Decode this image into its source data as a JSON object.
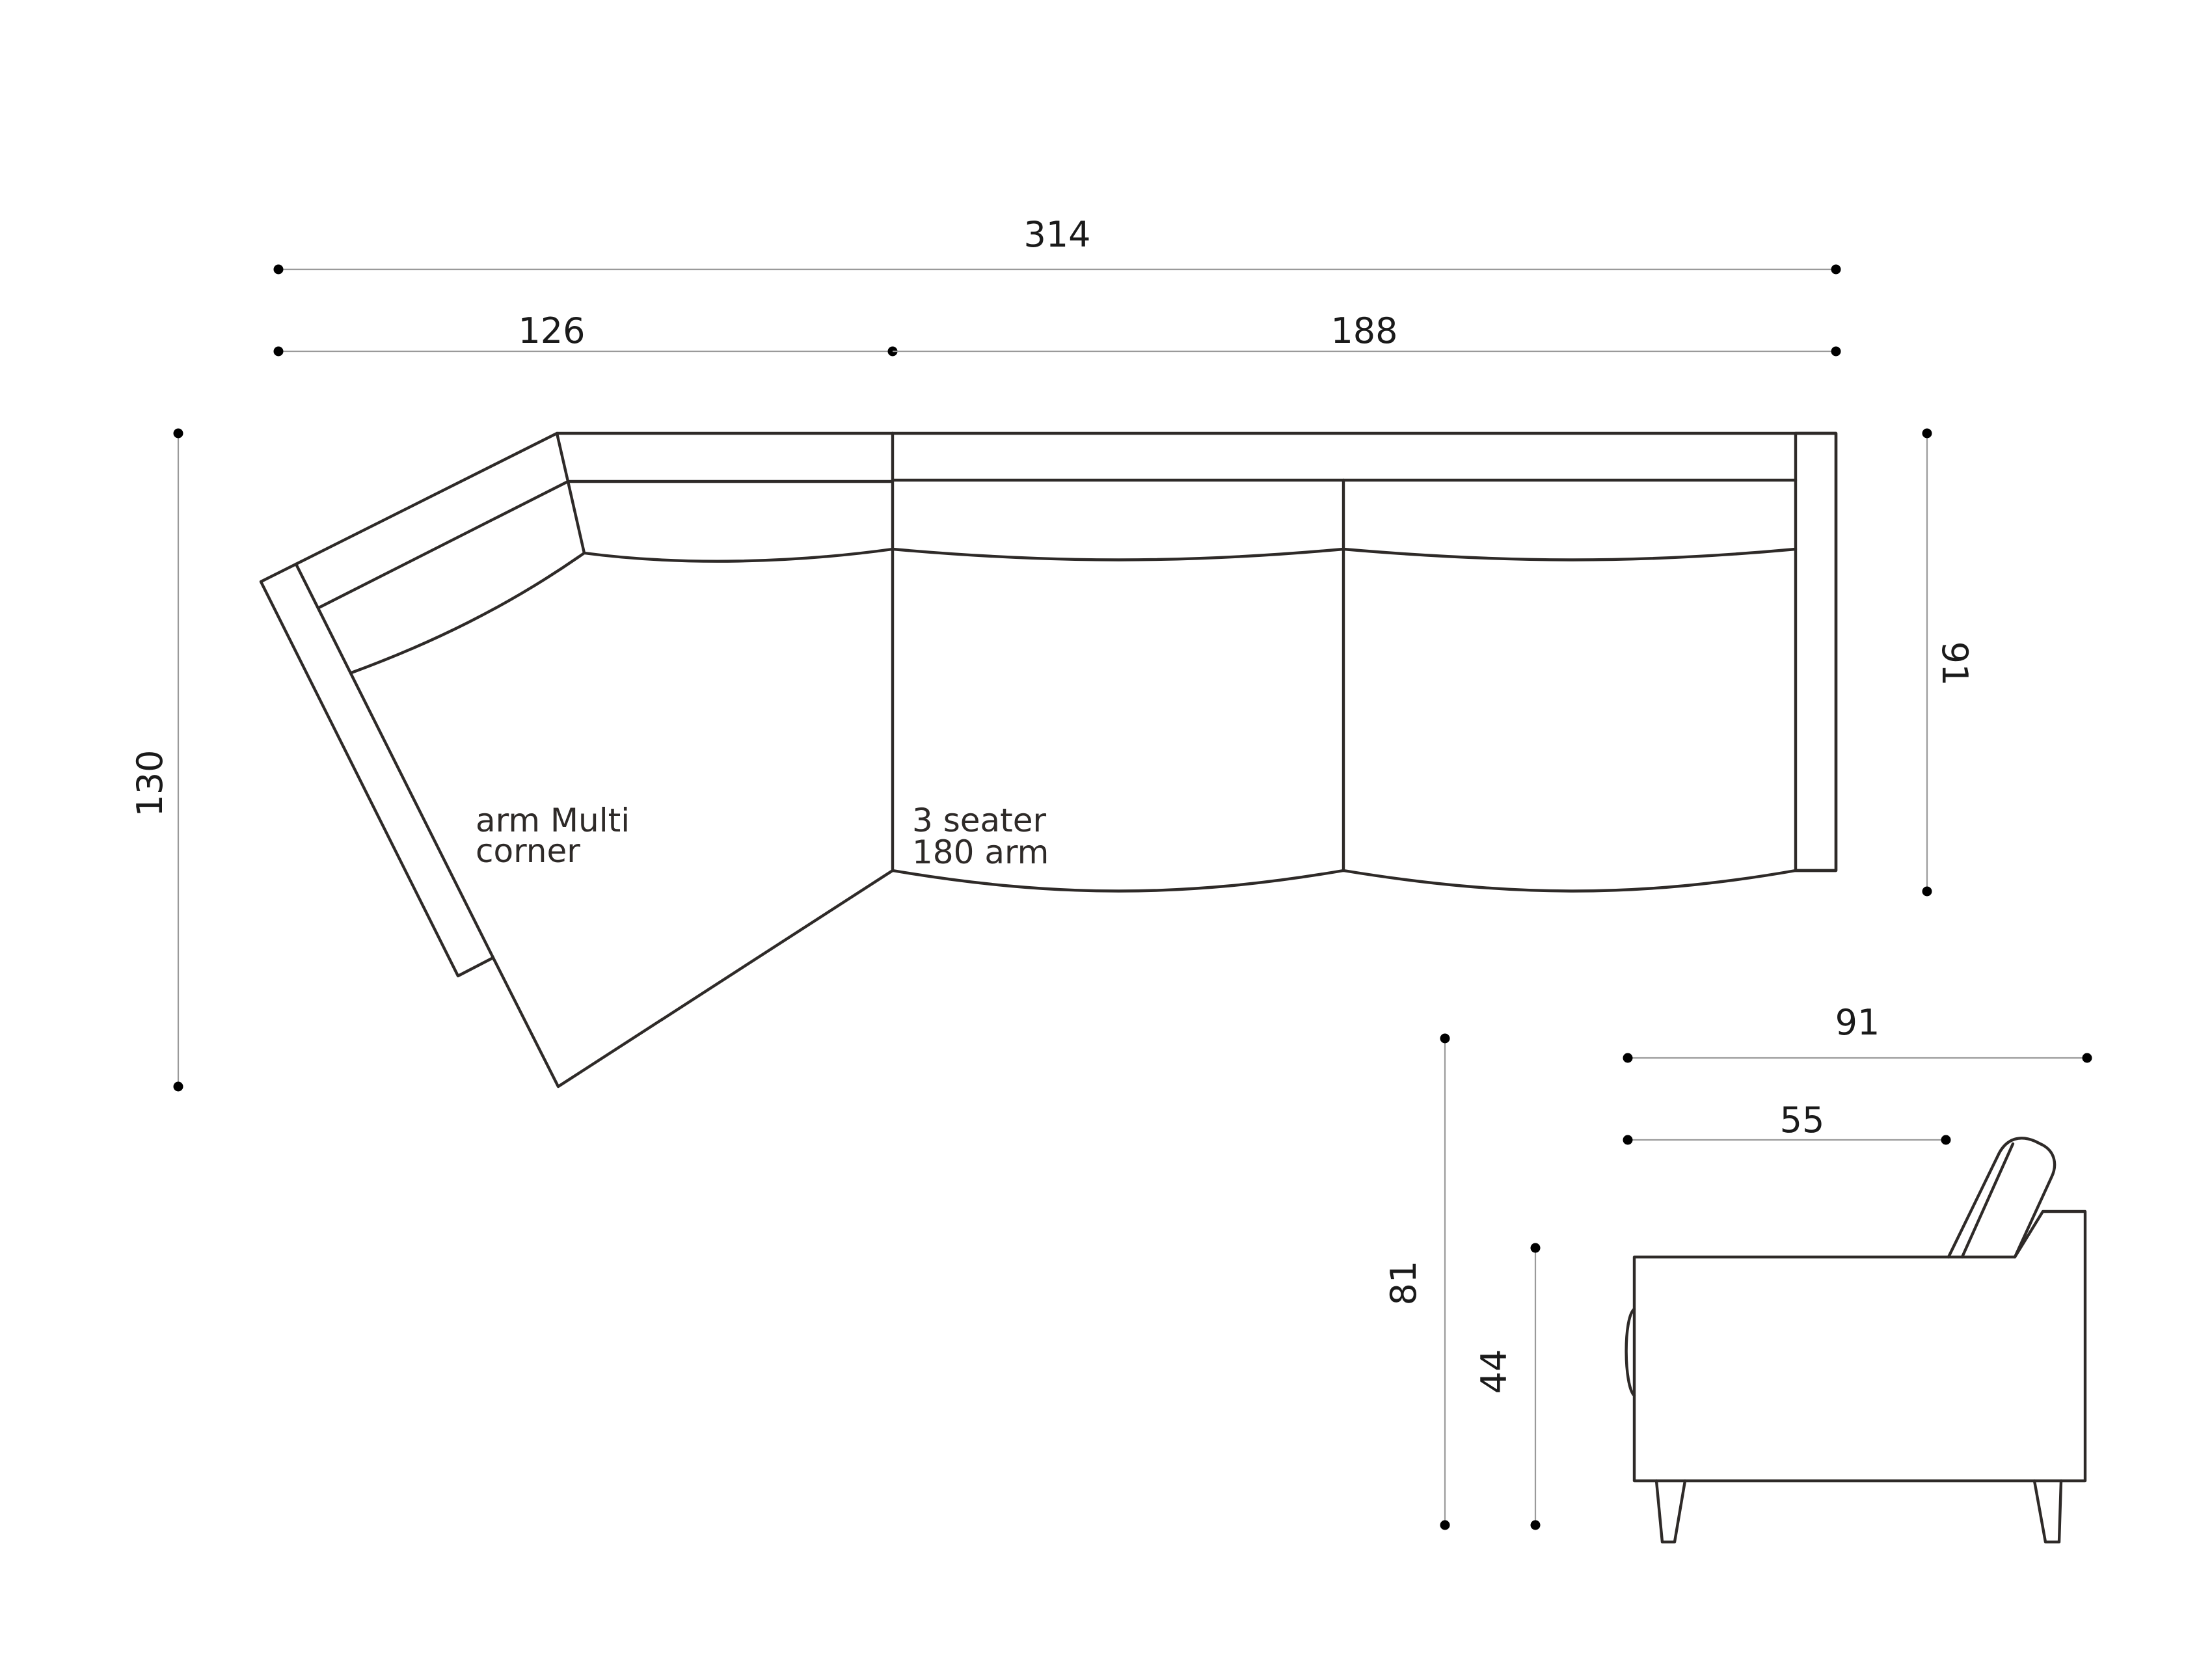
{
  "colors": {
    "outline": "#2e2a28",
    "dimension_line": "#9a9a9a",
    "endpoint_dot": "#000000",
    "text": "#1a1a1a"
  },
  "top_view": {
    "total_width": "314",
    "corner_width": "126",
    "three_seater_width": "188",
    "overall_depth": "130",
    "seat_depth": "91",
    "corner_label_line1": "arm Multi",
    "corner_label_line2": "corner",
    "seater_label_line1": "3 seater",
    "seater_label_line2": "180 arm"
  },
  "side_view": {
    "depth": "91",
    "seat_depth": "55",
    "height": "81",
    "seat_height": "44"
  }
}
